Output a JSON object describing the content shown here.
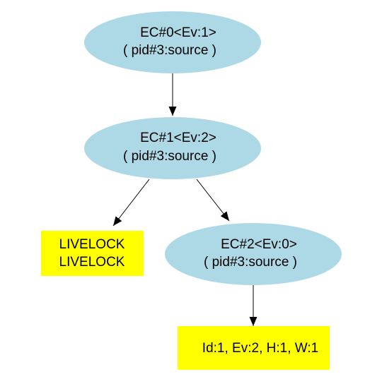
{
  "colors": {
    "event_node_fill": "#add8e6",
    "result_node_fill": "#ffff00",
    "edge": "#000000",
    "text": "#000000",
    "background": "#ffffff"
  },
  "nodes": {
    "ec0": {
      "line1": "EC#0<Ev:1>",
      "line2": "( pid#3:source )"
    },
    "ec1": {
      "line1": "EC#1<Ev:2>",
      "line2": "( pid#3:source )"
    },
    "ec2": {
      "line1": "EC#2<Ev:0>",
      "line2": "( pid#3:source )"
    },
    "livelock": {
      "line1": "LIVELOCK",
      "line2": "LIVELOCK"
    },
    "result": {
      "line1": "Id:1, Ev:2, H:1, W:1"
    }
  },
  "edges": [
    {
      "from": "ec0",
      "to": "ec1"
    },
    {
      "from": "ec1",
      "to": "livelock"
    },
    {
      "from": "ec1",
      "to": "ec2"
    },
    {
      "from": "ec2",
      "to": "result"
    }
  ]
}
